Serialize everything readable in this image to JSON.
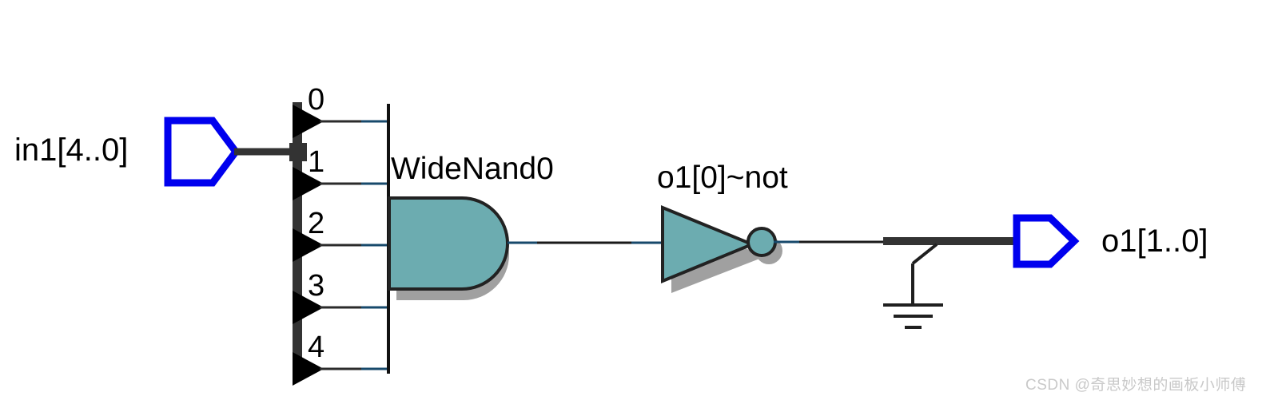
{
  "diagram": {
    "kind": "rtl-netlist-schematic",
    "background": "#ffffff",
    "colors": {
      "pin_outline": "#0000ee",
      "bus_wire": "#333333",
      "net_wire": "#17496b",
      "gate_fill": "#6cacb0",
      "gate_stroke": "#222222",
      "gate_shadow": "#a0a0a0",
      "splitter_line": "#17496b",
      "arrow": "#000000",
      "text": "#000000",
      "watermark": "#c9c9c9"
    },
    "input_pin": {
      "name": "input-port",
      "label": "in1[4..0]",
      "shape": "pin-arrow-right"
    },
    "output_pin": {
      "name": "output-port",
      "label": "o1[1..0]",
      "shape": "pin-arrow-right"
    },
    "splitter": {
      "name": "bus-splitter",
      "bit_count": 5,
      "taps": [
        {
          "index": "0"
        },
        {
          "index": "1"
        },
        {
          "index": "2"
        },
        {
          "index": "3"
        },
        {
          "index": "4"
        }
      ]
    },
    "gates": [
      {
        "id": "widenand0",
        "label": "WideNand0",
        "type": "nand",
        "inputs": 5,
        "outputs": 1
      },
      {
        "id": "o1_0_not",
        "label": "o1[0]~not",
        "type": "not",
        "inputs": 1,
        "outputs": 1
      }
    ],
    "ground": {
      "name": "ground-symbol",
      "label": ""
    }
  },
  "watermark": {
    "text": "CSDN @奇思妙想的画板小师傅"
  }
}
